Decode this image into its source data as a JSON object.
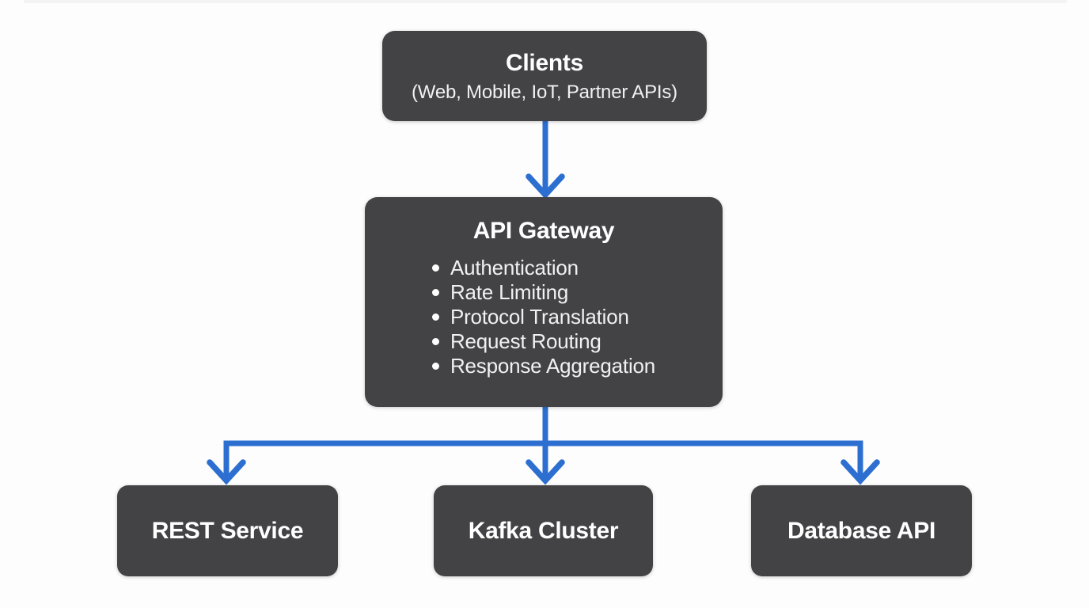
{
  "colors": {
    "background": "#fdfdfd",
    "node_fill": "#434345",
    "accent_blue": "#2c6fd1",
    "text_primary": "#ffffff",
    "text_secondary": "#f1f1f1"
  },
  "diagram": {
    "nodes": {
      "clients": {
        "title": "Clients",
        "subtitle": "(Web, Mobile, IoT, Partner APIs)"
      },
      "api_gateway": {
        "title": "API Gateway",
        "features": [
          "Authentication",
          "Rate Limiting",
          "Protocol Translation",
          "Request Routing",
          "Response Aggregation"
        ]
      },
      "rest_service": {
        "title": "REST Service"
      },
      "kafka_cluster": {
        "title": "Kafka Cluster"
      },
      "database_api": {
        "title": "Database API"
      }
    }
  }
}
